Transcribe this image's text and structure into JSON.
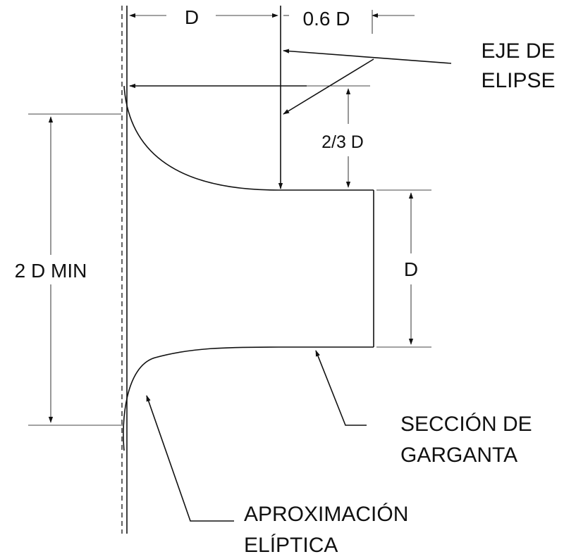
{
  "labels": {
    "dim_d_top": "D",
    "dim_0_6d": "0.6 D",
    "eje_line1": "EJE DE",
    "eje_line2": "ELIPSE",
    "dim_2_3d": "2/3 D",
    "dim_d_right": "D",
    "dim_2d_min": "2 D MIN",
    "seccion_line1": "SECCIÓN DE",
    "seccion_line2": "GARGANTA",
    "aprox_line1": "APROXIMACIÓN",
    "aprox_line2": "ELÍPTICA"
  },
  "colors": {
    "stroke": "#111111",
    "background": "#ffffff"
  }
}
